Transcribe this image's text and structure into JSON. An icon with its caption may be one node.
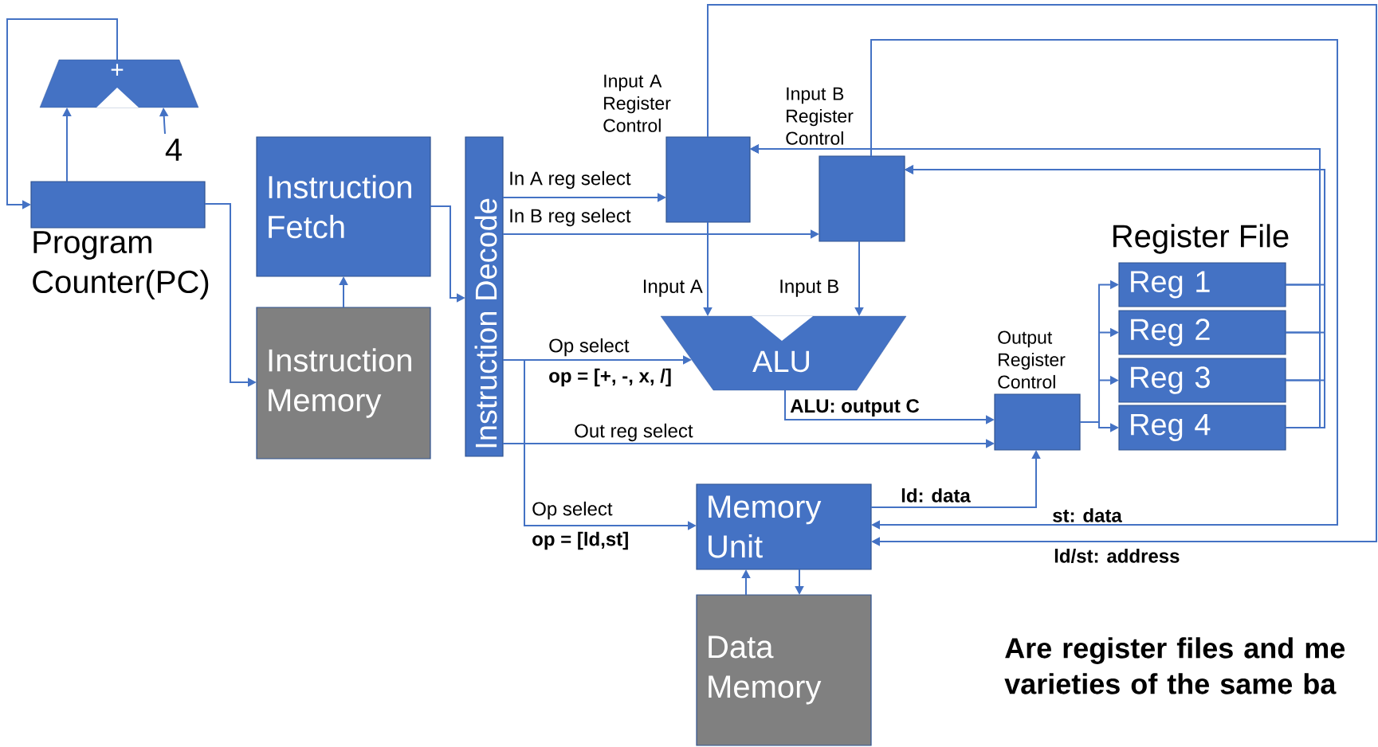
{
  "diagram": {
    "nodes": [
      {
        "text": [
          "+"
        ]
      },
      {
        "text": [
          "4"
        ]
      },
      {
        "text": [
          "Program Counter(PC)"
        ]
      },
      {
        "text": [
          "Instruction Fetch"
        ]
      },
      {
        "text": [
          "Instruction Memory"
        ]
      },
      {
        "text": [
          "Instruction Decode"
        ]
      },
      {
        "text": [
          "Input A Register Control"
        ]
      },
      {
        "text": [
          "Input B Register Control"
        ]
      },
      {
        "text": [
          "ALU"
        ]
      },
      {
        "text": [
          "Output Register Control"
        ]
      },
      {
        "text": [
          "Reg 1"
        ]
      },
      {
        "text": [
          "Reg 2"
        ]
      },
      {
        "text": [
          "Reg 3"
        ]
      },
      {
        "text": [
          "Reg 4"
        ]
      },
      {
        "text": [
          "Memory Unit"
        ]
      },
      {
        "text": [
          "Data Memory"
        ]
      }
    ],
    "edges": [
      {
        "from": 0,
        "to": 2,
        "arrow": "to"
      },
      {
        "from": 2,
        "to": 0,
        "arrow": "to"
      },
      {
        "from": 1,
        "to": 0,
        "arrow": "to"
      },
      {
        "from": 2,
        "to": 4,
        "arrow": "to"
      },
      {
        "from": 4,
        "to": 3,
        "arrow": "to"
      },
      {
        "from": 3,
        "to": 5,
        "arrow": "to"
      },
      {
        "from": 5,
        "to": 6,
        "arrow": "to",
        "label": "In A reg select"
      },
      {
        "from": 5,
        "to": 7,
        "arrow": "to",
        "label": "In B reg select"
      },
      {
        "from": 6,
        "to": 8,
        "arrow": "to",
        "label": "Input A"
      },
      {
        "from": 7,
        "to": 8,
        "arrow": "to",
        "label": "Input B"
      },
      {
        "from": 5,
        "to": 8,
        "arrow": "to",
        "label": "Op select"
      },
      {
        "from": 5,
        "to": 14,
        "arrow": "to",
        "label": "Op select"
      },
      {
        "from": 5,
        "to": 9,
        "arrow": "to",
        "label": "Out reg select"
      },
      {
        "from": 8,
        "to": 9,
        "arrow": "to",
        "label": "ALU: output C"
      },
      {
        "from": 14,
        "to": 9,
        "arrow": "to",
        "label": "ld: data"
      },
      {
        "from": 9,
        "to": 10,
        "arrow": "to"
      },
      {
        "from": 9,
        "to": 11,
        "arrow": "to"
      },
      {
        "from": 9,
        "to": 12,
        "arrow": "to"
      },
      {
        "from": 9,
        "to": 13,
        "arrow": "to"
      },
      {
        "from": 10,
        "to": 6,
        "arrow": "to"
      },
      {
        "from": 11,
        "to": 6,
        "arrow": "to"
      },
      {
        "from": 12,
        "to": 6,
        "arrow": "to"
      },
      {
        "from": 13,
        "to": 6,
        "arrow": "to"
      },
      {
        "from": 10,
        "to": 7,
        "arrow": "to"
      },
      {
        "from": 11,
        "to": 7,
        "arrow": "to"
      },
      {
        "from": 12,
        "to": 7,
        "arrow": "to"
      },
      {
        "from": 13,
        "to": 7,
        "arrow": "to"
      },
      {
        "from": 6,
        "to": 14,
        "arrow": "to",
        "label": "ld/st: address"
      },
      {
        "from": 7,
        "to": 14,
        "arrow": "to",
        "label": "st: data"
      },
      {
        "from": 14,
        "to": 15,
        "arrow": "to"
      },
      {
        "from": 15,
        "to": 14,
        "arrow": "to"
      }
    ],
    "labels": [
      "Register File",
      "op = [+, -, x, /]",
      "op = [ld,st]",
      "Are register files and me varieties of the same ba"
    ]
  }
}
